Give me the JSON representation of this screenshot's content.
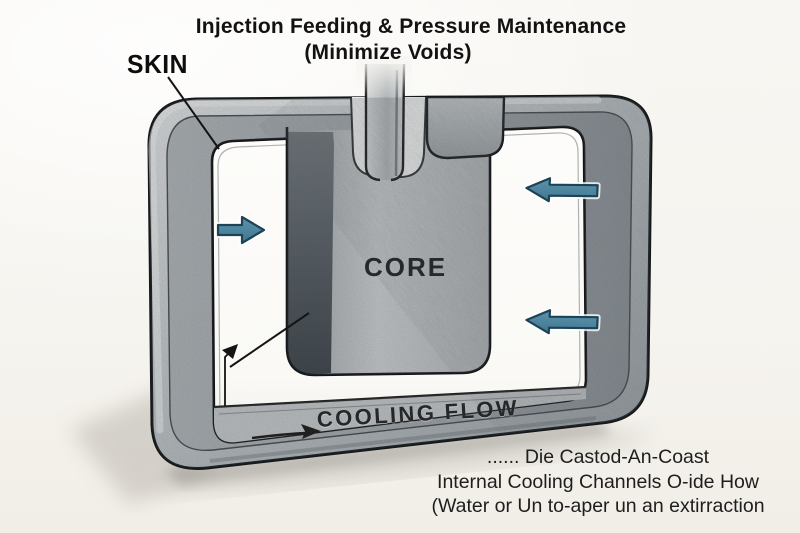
{
  "title": {
    "line1": "Injection Feeding & Pressure Maintenance",
    "line2": "(Minimize Voids)"
  },
  "mold": {
    "skin_label": "SKIN",
    "core_label": "CORE",
    "cooling_flow_label": "COOLING FLOW"
  },
  "caption": {
    "line1": "...... Die Castod-An-Coast",
    "line2": "Internal Cooling Channels O-ide How",
    "line3": "(Water or Un to-aper un an extirraction"
  },
  "colors": {
    "background": "#f6f4ef",
    "frame_gray": "#a9aeb1",
    "core_gray": "#c0c3c5",
    "arrow_fill": "#4d87a2",
    "arrow_outline": "#1d4356",
    "text": "#141414"
  },
  "icons": {
    "left_cavity_arrow": "flow-arrow-pointing-right",
    "right_cavity_arrows": "flow-arrows-pointing-left",
    "channel_arrow": "cooling-flow-direction-arrow"
  }
}
